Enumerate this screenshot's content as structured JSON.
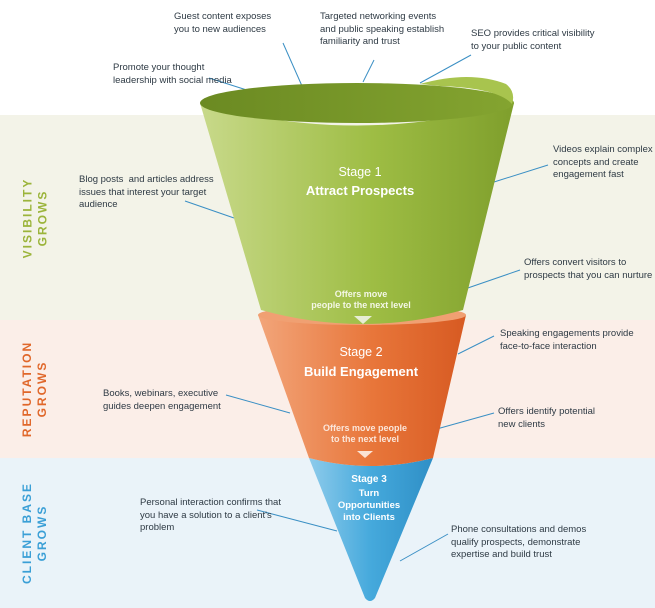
{
  "colors": {
    "stage1": "#94b43c",
    "stage2": "#e36a2e",
    "stage3": "#3a9fd6",
    "band1_bg": "#f3f3e8",
    "band2_bg": "#fbeee8",
    "band3_bg": "#eaf3f9",
    "band1_text": "#9bb43a",
    "band2_text": "#e0672a",
    "band3_text": "#3a9fd6",
    "leader": "#3a8fc4"
  },
  "bands": [
    {
      "label": "VISIBILITY\nGROWS"
    },
    {
      "label": "REPUTATION\nGROWS"
    },
    {
      "label": "CLIENT BASE\nGROWS"
    }
  ],
  "stages": [
    {
      "stage": "Stage 1",
      "title": "Attract Prospects",
      "next": "Offers move\npeople to the next level"
    },
    {
      "stage": "Stage 2",
      "title": "Build Engagement",
      "next": "Offers move people\nto the next level"
    },
    {
      "stage": "Stage 3",
      "title": "Turn\nOpportunities\ninto Clients"
    }
  ],
  "annotations": {
    "guest_content": "Guest content exposes\nyou to new audiences",
    "networking": "Targeted networking events\nand public speaking establish\nfamiliarity and trust",
    "seo": "SEO provides critical visibility\nto your public content",
    "social_media": "Promote your thought\nleadership with social media",
    "videos": "Videos explain complex\nconcepts and create\nengagement fast",
    "blog": "Blog posts  and articles address\nissues that interest your target\naudience",
    "offers_convert": "Offers convert visitors to\nprospects that you can nurture",
    "speaking": "Speaking engagements provide\nface-to-face interaction",
    "books": "Books, webinars, executive\nguides deepen engagement",
    "offers_identify": "Offers identify potential\nnew clients",
    "personal": "Personal interaction confirms that\nyou have a solution to a client's\nproblem",
    "phone": "Phone consultations and demos\nqualify prospects, demonstrate\nexpertise and build trust"
  }
}
